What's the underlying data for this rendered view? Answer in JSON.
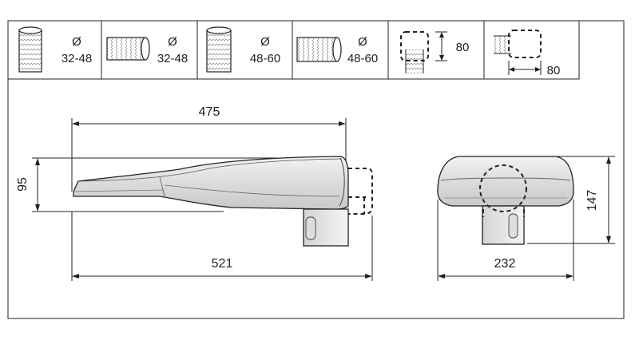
{
  "mounting_table": [
    {
      "symbol": "Ø",
      "range": "32-48",
      "orientation": "vertical"
    },
    {
      "symbol": "Ø",
      "range": "32-48",
      "orientation": "horizontal"
    },
    {
      "symbol": "Ø",
      "range": "48-60",
      "orientation": "vertical"
    },
    {
      "symbol": "Ø",
      "range": "48-60",
      "orientation": "horizontal"
    },
    {
      "depth": "80",
      "orientation": "vertical"
    },
    {
      "depth": "80",
      "orientation": "horizontal"
    }
  ],
  "side_view": {
    "top_length": "475",
    "height": "95",
    "total_length": "521"
  },
  "end_view": {
    "height": "147",
    "width": "232"
  },
  "colors": {
    "line": "#222222",
    "body_fill": "#e6e6e6",
    "body_dark": "#bdbdbd"
  }
}
